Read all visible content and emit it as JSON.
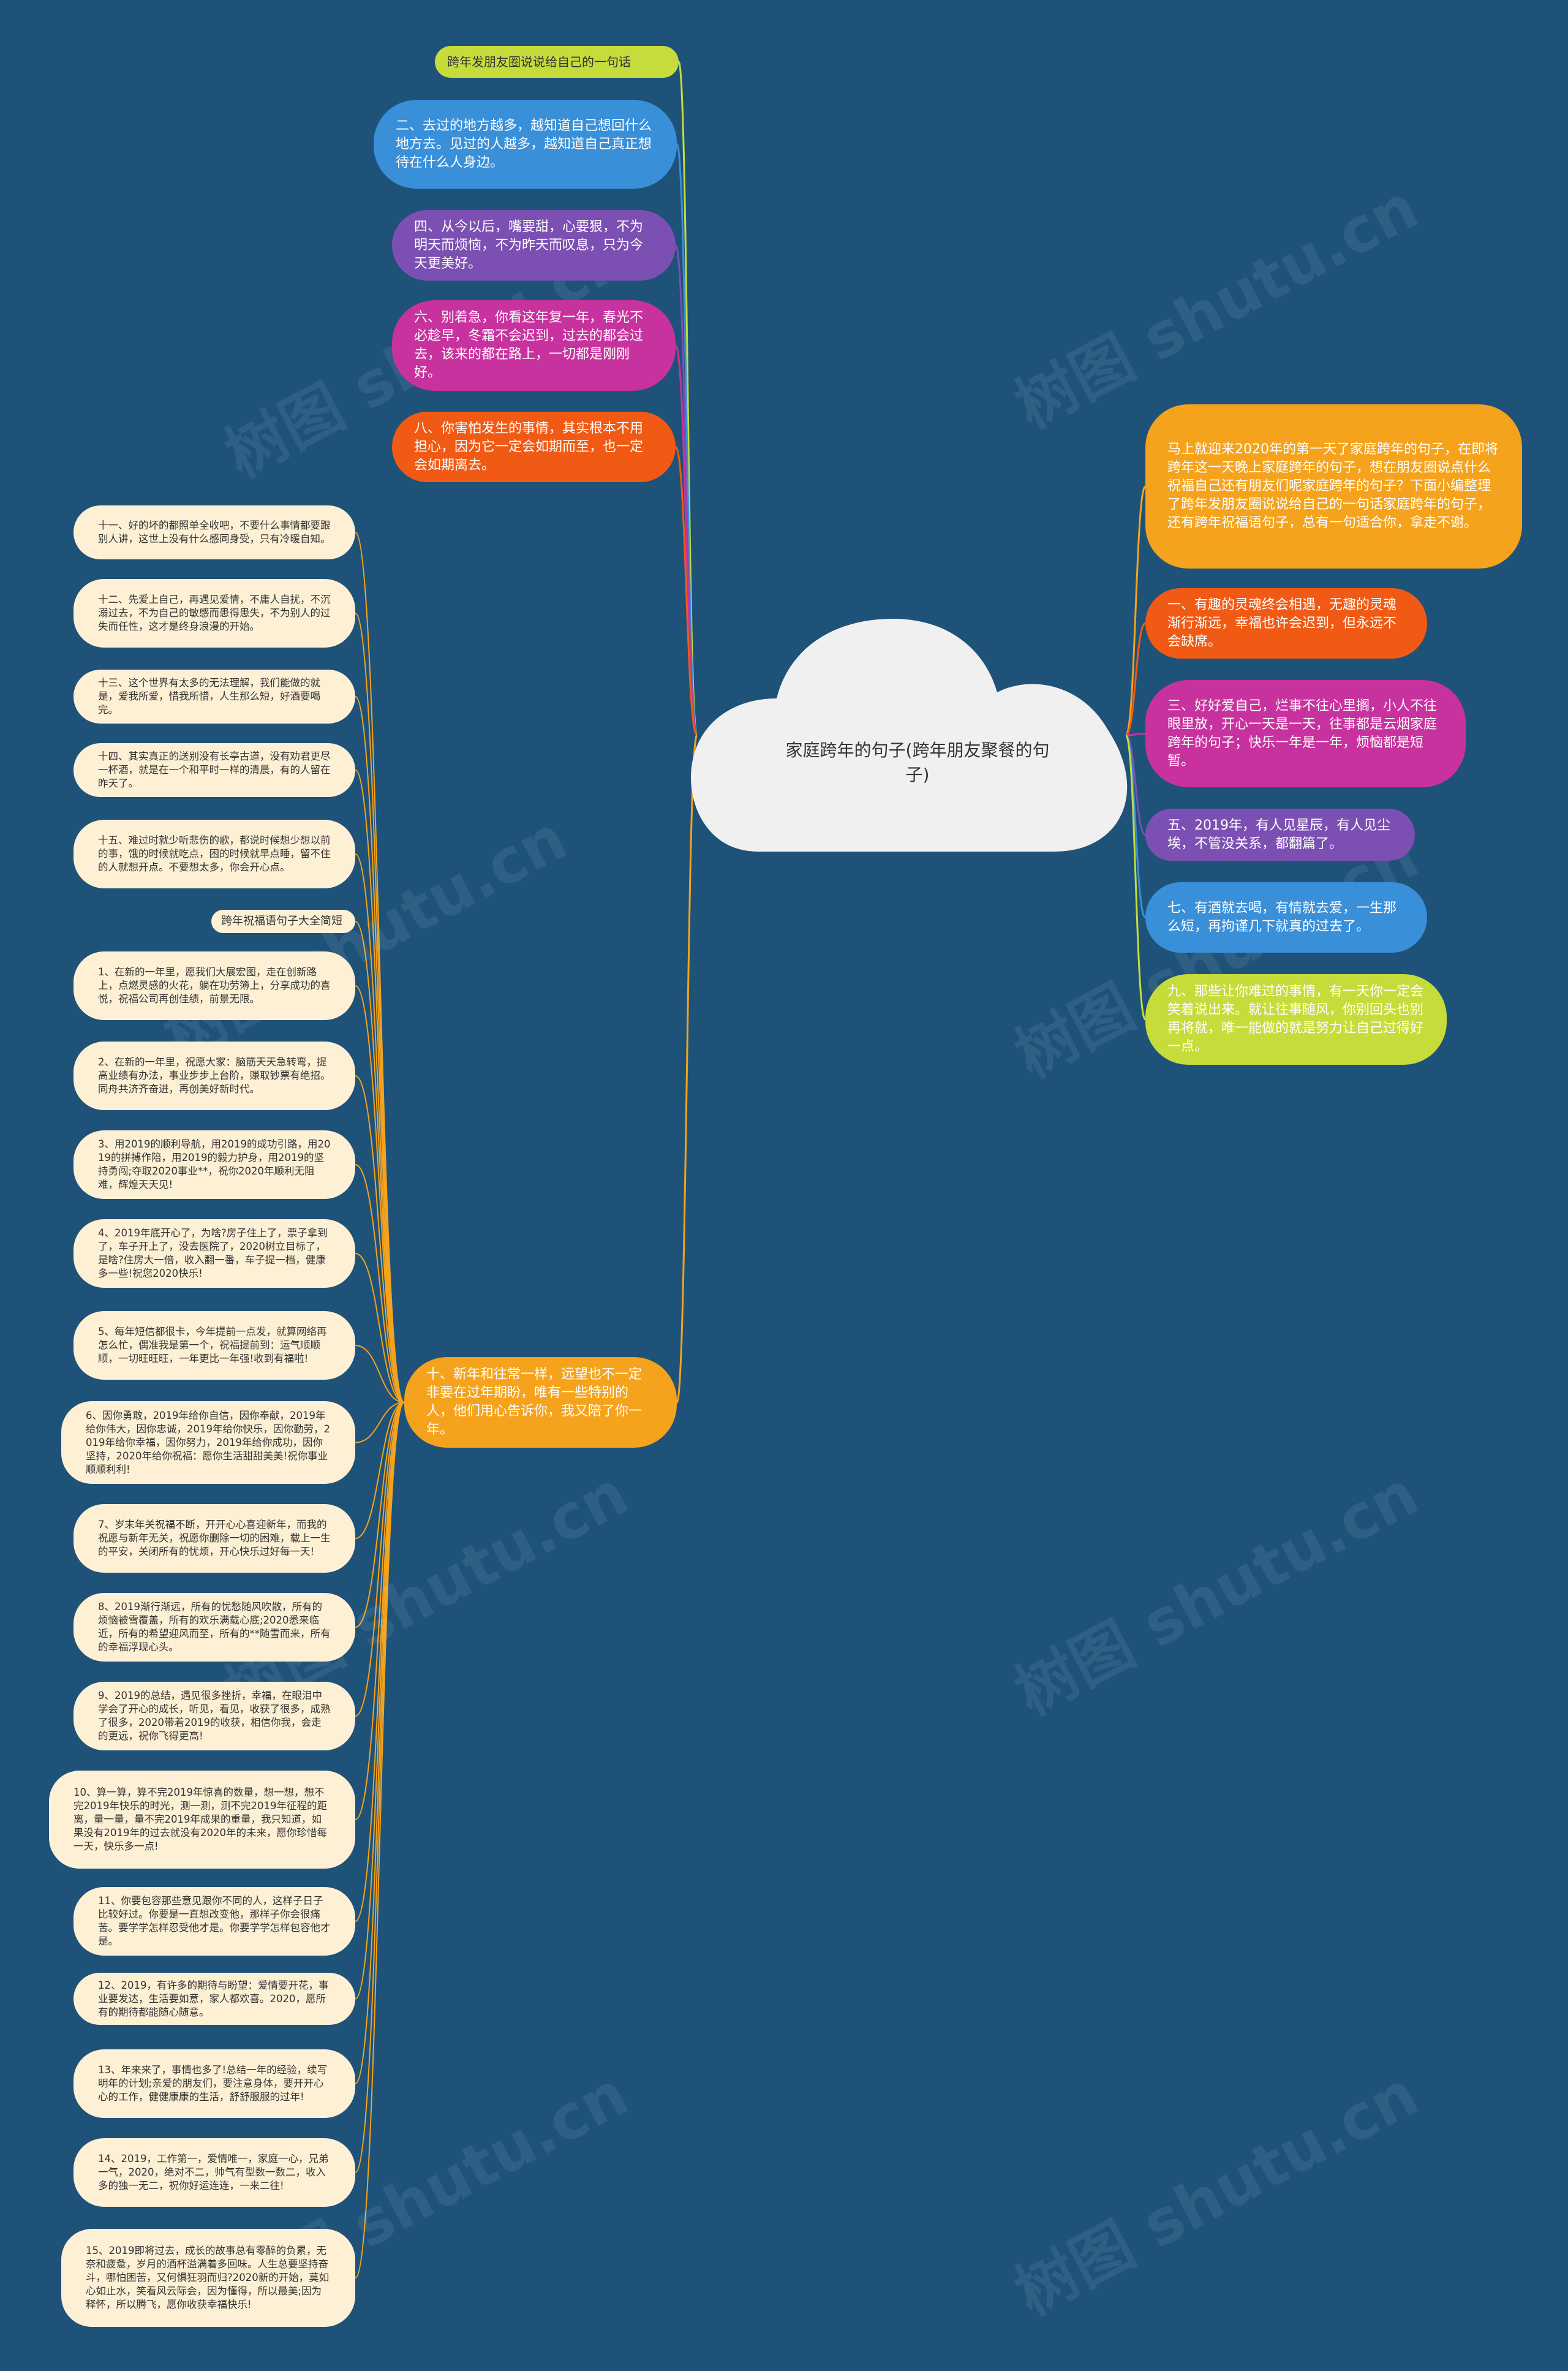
{
  "watermark": "树图 shutu.cn",
  "center": {
    "title": "家庭跨年的句子(跨年朋友聚餐的句子)",
    "color": "#f0f0f0"
  },
  "top_branches": [
    {
      "text": "跨年发朋友圈说说给自己的一句话",
      "color": "#c6dc3a"
    },
    {
      "text": "二、去过的地方越多，越知道自己想回什么地方去。见过的人越多，越知道自己真正想待在什么人身边。",
      "color": "#3a8fd9"
    },
    {
      "text": "四、从今以后，嘴要甜，心要狠，不为明天而烦恼，不为昨天而叹息，只为今天更美好。",
      "color": "#7c4fb3"
    },
    {
      "text": "六、别着急，你看这年复一年，春光不必趁早，冬霜不会迟到，过去的都会过去，该来的都在路上，一切都是刚刚好。",
      "color": "#c8329e"
    },
    {
      "text": "八、你害怕发生的事情，其实根本不用担心，因为它一定会如期而至，也一定会如期离去。",
      "color": "#f05a14"
    }
  ],
  "right_branches": [
    {
      "text": "马上就迎来2020年的第一天了家庭跨年的句子，在即将跨年这一天晚上家庭跨年的句子，想在朋友圈说点什么祝福自己还有朋友们呢家庭跨年的句子？下面小编整理了跨年发朋友圈说说给自己的一句话家庭跨年的句子，还有跨年祝福语句子，总有一句适合你，拿走不谢。",
      "color": "#f5a31c"
    },
    {
      "text": "一、有趣的灵魂终会相遇，无趣的灵魂渐行渐远，幸福也许会迟到，但永远不会缺席。",
      "color": "#f05a14"
    },
    {
      "text": "三、好好爱自己，烂事不往心里搁，小人不往眼里放，开心一天是一天，往事都是云烟家庭跨年的句子；快乐一年是一年，烦恼都是短暂。",
      "color": "#c8329e"
    },
    {
      "text": "五、2019年，有人见星辰，有人见尘埃，不管没关系，都翻篇了。",
      "color": "#7c4fb3"
    },
    {
      "text": "七、有酒就去喝，有情就去爱，一生那么短，再拘谨几下就真的过去了。",
      "color": "#3a8fd9"
    },
    {
      "text": "九、那些让你难过的事情，有一天你一定会笑着说出来。就让往事随风，你别回头也别再将就，唯一能做的就是努力让自己过得好一点。",
      "color": "#c6dc3a"
    }
  ],
  "hub": {
    "text": "十、新年和往常一样，远望也不一定非要在过年期盼，唯有一些特别的人，他们用心告诉你，我又陪了你一年。",
    "color": "#f5a31c"
  },
  "cream_top": [
    "十一、好的坏的都照单全收吧，不要什么事情都要跟别人讲，这世上没有什么感同身受，只有冷暖自知。",
    "十二、先爱上自己，再遇见爱情，不庸人自扰，不沉溺过去，不为自己的敏感而患得患失，不为别人的过失而任性，这才是终身浪漫的开始。",
    "十三、这个世界有太多的无法理解，我们能做的就是，爱我所爱，惜我所惜，人生那么短，好酒要喝完。",
    "十四、其实真正的送别没有长亭古道，没有劝君更尽一杯酒，就是在一个和平时一样的清晨，有的人留在昨天了。",
    "十五、难过时就少听悲伤的歌，都说时候想少想以前的事，饿的时候就吃点，困的时候就早点睡，留不住的人就想开点。不要想太多，你会开心点。"
  ],
  "sub_heading": "跨年祝福语句子大全简短",
  "cream_list": [
    "1、在新的一年里，愿我们大展宏图，走在创新路上，点燃灵感的火花，躺在功劳簿上，分享成功的喜悦，祝福公司再创佳绩，前景无限。",
    "2、在新的一年里，祝愿大家：脑筋天天急转弯，提高业绩有办法，事业步步上台阶，赚取钞票有绝招。同舟共济齐奋进，再创美好新时代。",
    "3、用2019的顺利导航，用2019的成功引路，用2019的拼搏作陪，用2019的毅力护身，用2019的坚持勇闯;夺取2020事业**，祝你2020年顺利无阻难，辉煌天天见!",
    "4、2019年底开心了，为啥?房子住上了，票子拿到了，车子开上了，没去医院了，2020树立目标了，是啥?住房大一倍，收入翻一番，车子提一档，健康多一些!祝您2020快乐!",
    "5、每年短信都很卡，今年提前一点发，就算网络再怎么忙，偶准我是第一个，祝福提前到：运气顺顺顺，一切旺旺旺，一年更比一年强!收到有福啦!",
    "6、因你勇敢，2019年给你自信，因你奉献，2019年给你伟大，因你忠诚，2019年给你快乐，因你勤劳，2019年给你幸福，因你努力，2019年给你成功，因你坚持，2020年给你祝福：愿你生活甜甜美美!祝你事业顺顺利利!",
    "7、岁末年关祝福不断，开开心心喜迎新年，而我的祝愿与新年无关，祝愿你删除一切的困难，载上一生的平安，关闭所有的忧烦，开心快乐过好每一天!",
    "8、2019渐行渐远，所有的忧愁随风吹散，所有的烦恼被雪覆盖，所有的欢乐满载心底;2020悉来临近，所有的希望迎风而至，所有的**随雪而来，所有的幸福浮现心头。",
    "9、2019的总结，遇见很多挫折，幸福，在眼泪中学会了开心的成长，听见，看见，收获了很多，成熟了很多，2020带着2019的收获，相信你我，会走的更远，祝你飞得更高!",
    "10、算一算，算不完2019年惊喜的数量，想一想，想不完2019年快乐的时光，测一测，测不完2019年征程的距离，量一量，量不完2019年成果的重量，我只知道，如果没有2019年的过去就没有2020年的未来，愿你珍惜每一天，快乐多一点!",
    "11、你要包容那些意见跟你不同的人，这样子日子比较好过。你要是一直想改变他，那样子你会很痛苦。要学学怎样忍受他才是。你要学学怎样包容他才是。",
    "12、2019，有许多的期待与盼望：爱情要开花，事业要发达，生活要如意，家人都欢喜。2020，愿所有的期待都能随心随意。",
    "13、年来来了，事情也多了!总结一年的经验，续写明年的计划;亲爱的朋友们，要注意身体，要开开心心的工作，健健康康的生活，舒舒服服的过年!",
    "14、2019，工作第一，爱情唯一，家庭一心，兄弟一气，2020，绝对不二，帅气有型数一数二，收入多的独一无二，祝你好运连连，一来二往!",
    "15、2019即将过去，成长的故事总有零醉的负累，无奈和疲惫，岁月的酒杯溢满着多回味。人生总要坚持奋斗，哪怕困苦，又何惧狂羽而归?2020新的开始，莫如心如止水，笑看风云际会，因为懂得，所以最美;因为释怀，所以腾飞，愿你收获幸福快乐!"
  ]
}
